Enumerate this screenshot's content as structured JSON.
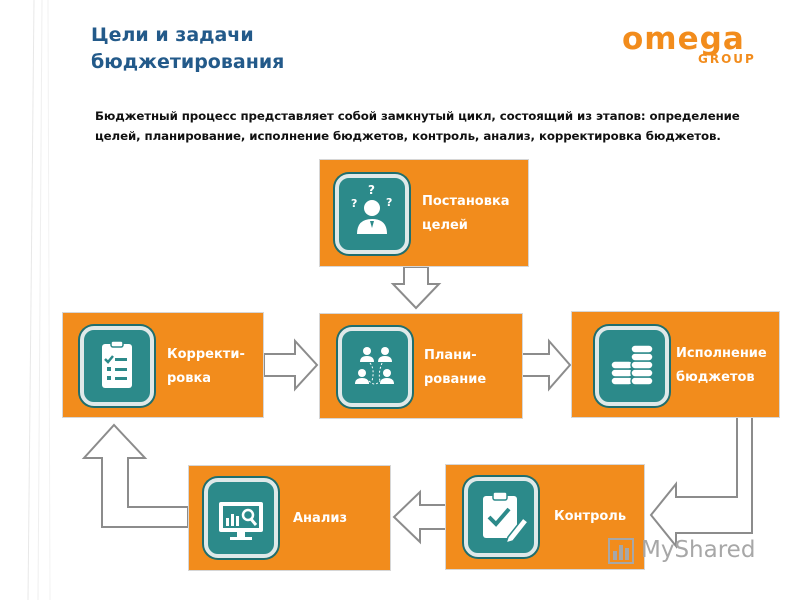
{
  "slide": {
    "title_line1": "Цели и задачи",
    "title_line2": "бюджетирования",
    "description": "Бюджетный процесс представляет собой замкнутый цикл, состоящий из этапов: определение целей, планирование, исполнение бюджетов, контроль, анализ,  корректировка бюджетов."
  },
  "logo": {
    "main": "omega",
    "sub": "GROUP"
  },
  "colors": {
    "box": "#f28c1c",
    "icon_tile": "#2c8a8a",
    "arrow_fill": "#ffffff",
    "arrow_stroke": "#8c8c8c",
    "title": "#235a8a"
  },
  "stages": {
    "goals": {
      "line1": "Постановка",
      "line2": "целей",
      "icon": "person-question-icon"
    },
    "planning": {
      "line1": "Плани-",
      "line2": "рование",
      "icon": "team-network-icon"
    },
    "execution": {
      "line1": "Исполнение",
      "line2": "бюджетов",
      "icon": "coin-stack-icon"
    },
    "control": {
      "label": "Контроль",
      "icon": "clipboard-check-icon"
    },
    "analysis": {
      "label": "Анализ",
      "icon": "monitor-chart-icon"
    },
    "correction": {
      "line1": "Корректи-",
      "line2": "ровка",
      "icon": "checklist-icon"
    }
  },
  "watermark": {
    "text": "MyShared"
  }
}
